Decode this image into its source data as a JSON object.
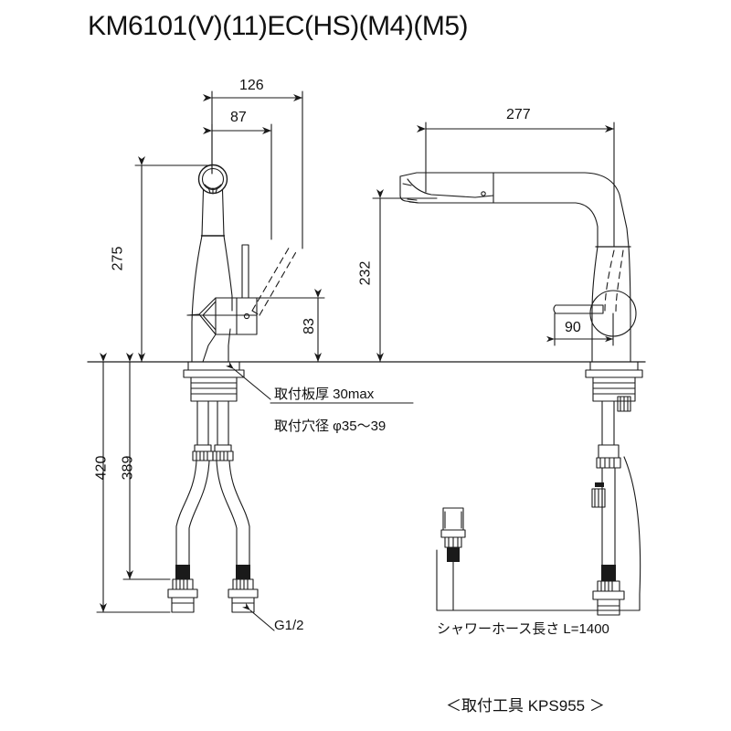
{
  "title": "KM6101(V)(11)EC(HS)(M4)(M5)",
  "product": {
    "model": "KM6101(V)(11)EC(HS)(M4)(M5)",
    "type": "single-lever-pullout-kitchen-faucet"
  },
  "dimensions": {
    "front_width_total": "126",
    "front_width_spout": "87",
    "front_height_spout": "275",
    "front_height_lever": "83",
    "side_reach": "277",
    "side_height_spout": "232",
    "side_lever_offset": "90",
    "supply_total_length": "420",
    "supply_hose_length": "389"
  },
  "notes": {
    "plate_thickness": "取付板厚 30max",
    "hole_diameter": "取付穴径 φ35〜39",
    "thread_size": "G1/2",
    "shower_hose": "シャワーホース長さ L=1400",
    "install_tool": "＜取付工具 KPS955 ＞"
  },
  "colors": {
    "line": "#1a1a1a",
    "background": "#ffffff",
    "text": "#111111"
  },
  "views": [
    {
      "name": "front-view",
      "label": "front elevation"
    },
    {
      "name": "side-view",
      "label": "side elevation"
    }
  ]
}
